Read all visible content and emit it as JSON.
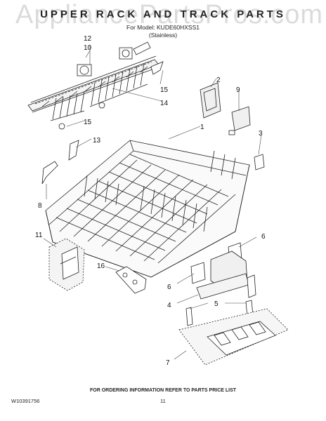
{
  "header": {
    "watermark": "AppliancePartsPros.com",
    "title": "UPPER RACK AND TRACK PARTS",
    "model_line": "For Model: KUDE60HXSS1",
    "finish": "(Stainless)"
  },
  "callouts": [
    "12",
    "10",
    "15",
    "14",
    "15",
    "13",
    "8",
    "2",
    "9",
    "1",
    "3",
    "11",
    "16",
    "6",
    "6",
    "4",
    "5",
    "7"
  ],
  "footer": {
    "order_info": "FOR ORDERING INFORMATION REFER TO PARTS PRICE LIST",
    "doc_number": "W10391756",
    "page_number": "11"
  }
}
